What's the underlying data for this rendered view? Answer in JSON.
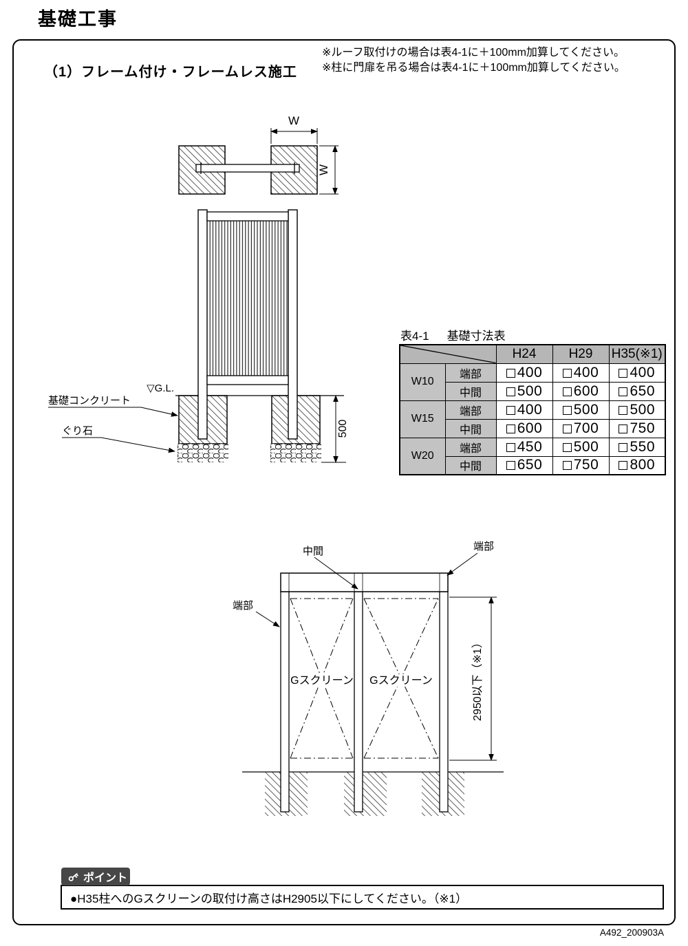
{
  "colors": {
    "table-header-bg": "#b6b6b6",
    "table-rowhead-bg": "#c3c3c3",
    "badge-bg": "#474747"
  },
  "page": {
    "title": "基礎工事",
    "doc_code": "A492_200903A"
  },
  "section": {
    "heading": "（1）フレーム付け・フレームレス施工",
    "note_roof": "※ルーフ取付けの場合は表4-1に＋100mm加算してください。",
    "note_gate": "※柱に門扉を吊る場合は表4-1に＋100mm加算してください。"
  },
  "plan_view": {
    "dim_width_top": "W",
    "dim_width_side": "W"
  },
  "elevation_view": {
    "gl_label": "▽G.L.",
    "concrete_label": "基礎コンクリート",
    "rubble_label": "ぐり石",
    "depth_dim": "500"
  },
  "table": {
    "caption_no": "表4-1",
    "caption_title": "基礎寸法表",
    "headers": [
      "H24",
      "H29",
      "H35(※1)"
    ],
    "groups": [
      {
        "label": "W10",
        "rows": [
          {
            "pos": "端部",
            "v": [
              "400",
              "400",
              "400"
            ]
          },
          {
            "pos": "中間",
            "v": [
              "500",
              "600",
              "650"
            ]
          }
        ]
      },
      {
        "label": "W15",
        "rows": [
          {
            "pos": "端部",
            "v": [
              "400",
              "500",
              "500"
            ]
          },
          {
            "pos": "中間",
            "v": [
              "600",
              "700",
              "750"
            ]
          }
        ]
      },
      {
        "label": "W20",
        "rows": [
          {
            "pos": "端部",
            "v": [
              "450",
              "500",
              "550"
            ]
          },
          {
            "pos": "中間",
            "v": [
              "650",
              "750",
              "800"
            ]
          }
        ]
      }
    ]
  },
  "front_view": {
    "label_middle": "中間",
    "label_end_right": "端部",
    "label_end_left": "端部",
    "panel_left_label": "Gスクリーン",
    "panel_right_label": "Gスクリーン",
    "height_dim": "2950以下（※1）"
  },
  "point": {
    "badge_label": "ポイント",
    "text": "●H35柱へのGスクリーンの取付け高さはH2905以下にしてください。（※1）"
  }
}
